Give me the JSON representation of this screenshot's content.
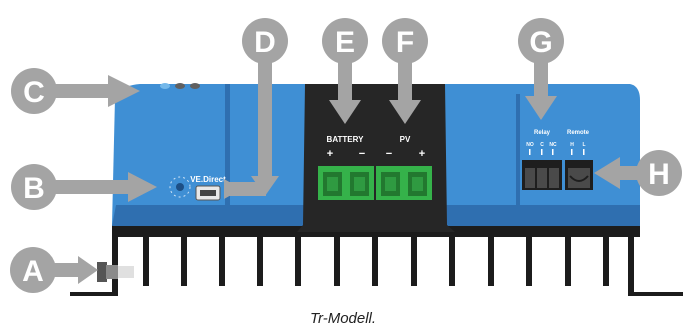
{
  "callouts": {
    "a": "A",
    "b": "B",
    "c": "C",
    "d": "D",
    "e": "E",
    "f": "F",
    "g": "G",
    "h": "H"
  },
  "labels": {
    "vedirect": "VE.Direct",
    "battery": "BATTERY",
    "pv": "PV",
    "battery_plus": "+",
    "battery_minus": "−",
    "pv_minus": "−",
    "pv_plus": "+",
    "relay": "Relay",
    "relay_no": "NO",
    "relay_c": "C",
    "relay_nc": "NC",
    "remote": "Remote",
    "remote_h": "H",
    "remote_l": "L"
  },
  "caption": "Tr-Modell.",
  "colors": {
    "body_blue": "#3f8fd4",
    "body_blue_dark": "#2f6fb0",
    "panel_black": "#262626",
    "connector_green": "#35b24a",
    "heatsink": "#1c1c1c",
    "callout_gray": "#a4a4a4"
  }
}
